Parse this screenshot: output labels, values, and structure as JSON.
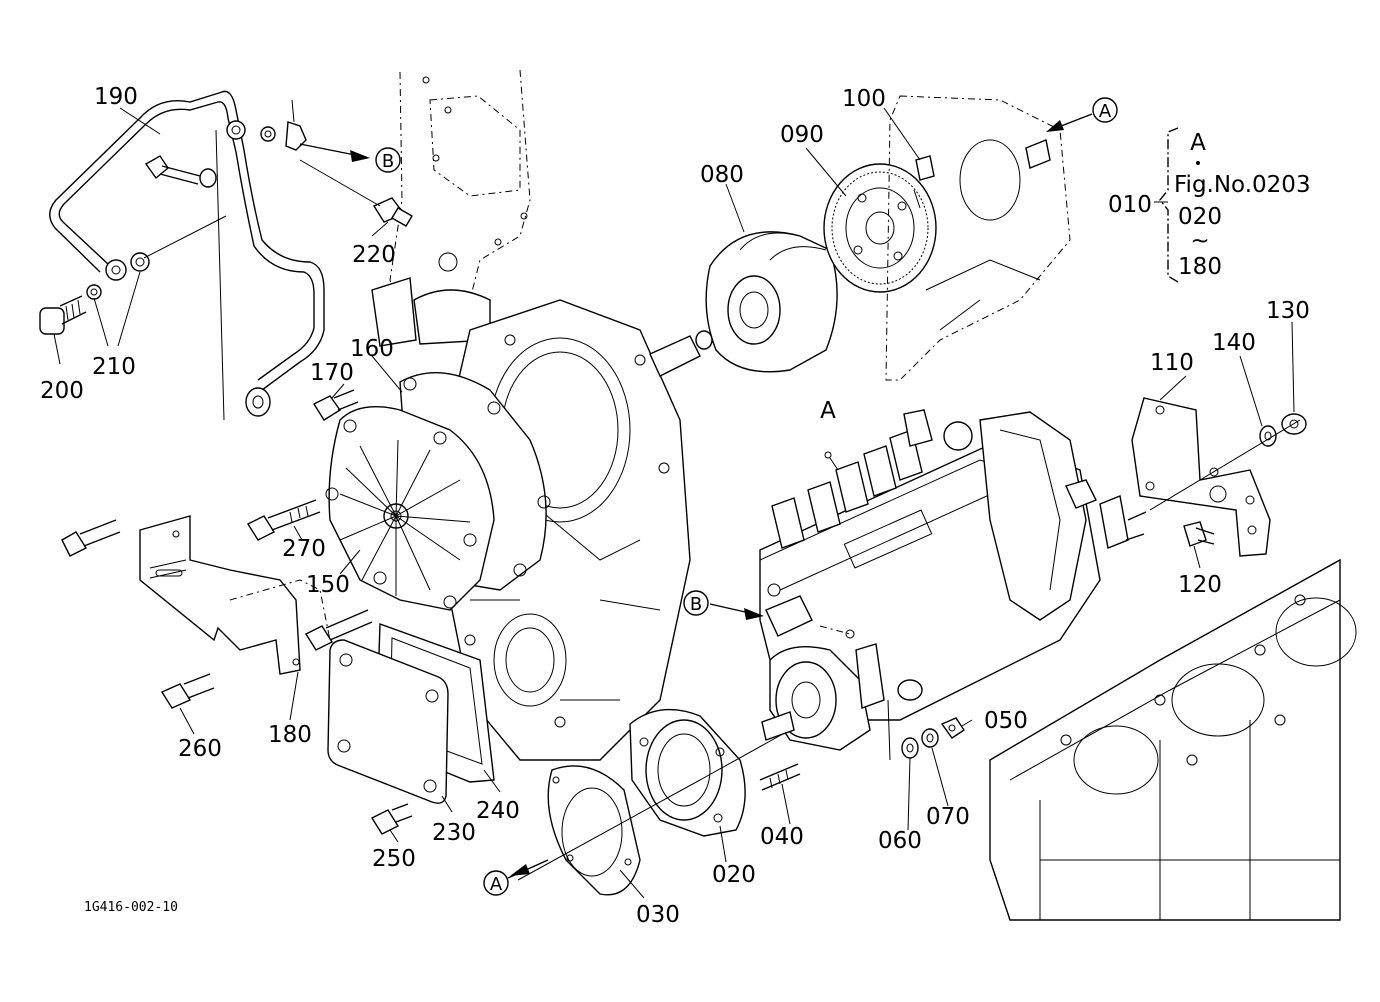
{
  "parts": {
    "p190": "190",
    "p210": "210",
    "p200": "200",
    "p220": "220",
    "p160": "160",
    "p170": "170",
    "p270": "270",
    "p150": "150",
    "p260": "260",
    "p180": "180",
    "p230": "230",
    "p240": "240",
    "p250": "250",
    "p080": "080",
    "p090": "090",
    "p100": "100",
    "p110": "110",
    "p140": "140",
    "p130": "130",
    "p120": "120",
    "p050": "050",
    "p060": "060",
    "p070": "070",
    "p040": "040",
    "p020": "020",
    "p030": "030",
    "p010": "010"
  },
  "callouts": {
    "A": "A",
    "B": "B"
  },
  "reference_box": {
    "ref_letter": "A",
    "bullet": "•",
    "fig_ref": "Fig.No.0203",
    "range_start": "020",
    "tilde": "~",
    "range_end": "180"
  },
  "pump_marker": "A",
  "drawing_number": "1G416-002-10"
}
